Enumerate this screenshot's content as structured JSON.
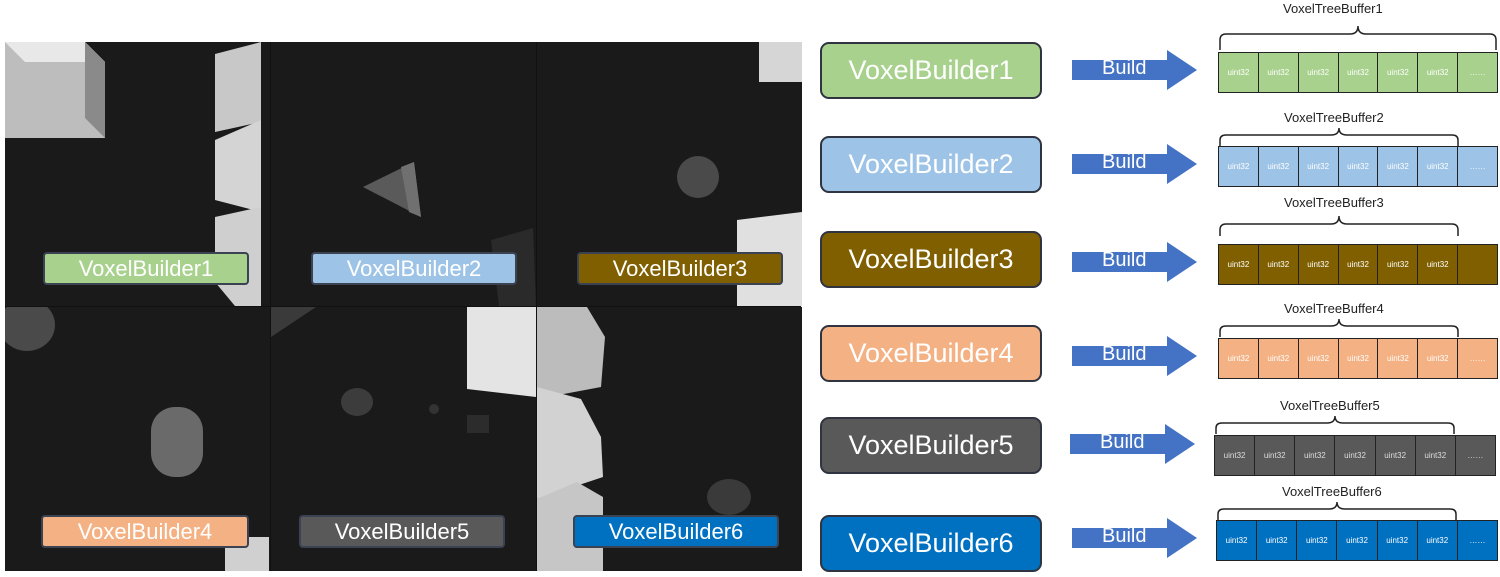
{
  "preview_cells": [
    {
      "label": "VoxelBuilder1",
      "bg": "#a8d18d",
      "fg": "#ffffff"
    },
    {
      "label": "VoxelBuilder2",
      "bg": "#9dc3e6",
      "fg": "#ffffff"
    },
    {
      "label": "VoxelBuilder3",
      "bg": "#7f5f00",
      "fg": "#ffffff"
    },
    {
      "label": "VoxelBuilder4",
      "bg": "#f4b183",
      "fg": "#ffffff"
    },
    {
      "label": "VoxelBuilder5",
      "bg": "#595959",
      "fg": "#ffffff"
    },
    {
      "label": "VoxelBuilder6",
      "bg": "#0070c0",
      "fg": "#ffffff"
    }
  ],
  "pipelines": [
    {
      "builder": "VoxelBuilder1",
      "action": "Build",
      "buffer_title": "VoxelTreeBuffer1",
      "color": "#a8d18d",
      "slot_text_color": "#ffffff",
      "slots": [
        "uint32",
        "uint32",
        "uint32",
        "uint32",
        "uint32",
        "uint32",
        "……"
      ]
    },
    {
      "builder": "VoxelBuilder2",
      "action": "Build",
      "buffer_title": "VoxelTreeBuffer2",
      "color": "#9dc3e6",
      "slot_text_color": "#ffffff",
      "slots": [
        "uint32",
        "uint32",
        "uint32",
        "uint32",
        "uint32",
        "uint32",
        "……"
      ]
    },
    {
      "builder": "VoxelBuilder3",
      "action": "Build",
      "buffer_title": "VoxelTreeBuffer3",
      "color": "#7f5f00",
      "slot_text_color": "#ffffff",
      "slots": [
        "uint32",
        "uint32",
        "uint32",
        "uint32",
        "uint32",
        "uint32",
        ""
      ]
    },
    {
      "builder": "VoxelBuilder4",
      "action": "Build",
      "buffer_title": "VoxelTreeBuffer4",
      "color": "#f4b183",
      "slot_text_color": "#ffffff",
      "slots": [
        "uint32",
        "uint32",
        "uint32",
        "uint32",
        "uint32",
        "uint32",
        "……"
      ]
    },
    {
      "builder": "VoxelBuilder5",
      "action": "Build",
      "buffer_title": "VoxelTreeBuffer5",
      "color": "#595959",
      "slot_text_color": "#dddddd",
      "slots": [
        "uint32",
        "uint32",
        "uint32",
        "uint32",
        "uint32",
        "uint32",
        "……"
      ]
    },
    {
      "builder": "VoxelBuilder6",
      "action": "Build",
      "buffer_title": "VoxelTreeBuffer6",
      "color": "#0070c0",
      "slot_text_color": "#ffffff",
      "slots": [
        "uint32",
        "uint32",
        "uint32",
        "uint32",
        "uint32",
        "uint32",
        "……"
      ]
    }
  ],
  "arrow_color": "#4472c4"
}
